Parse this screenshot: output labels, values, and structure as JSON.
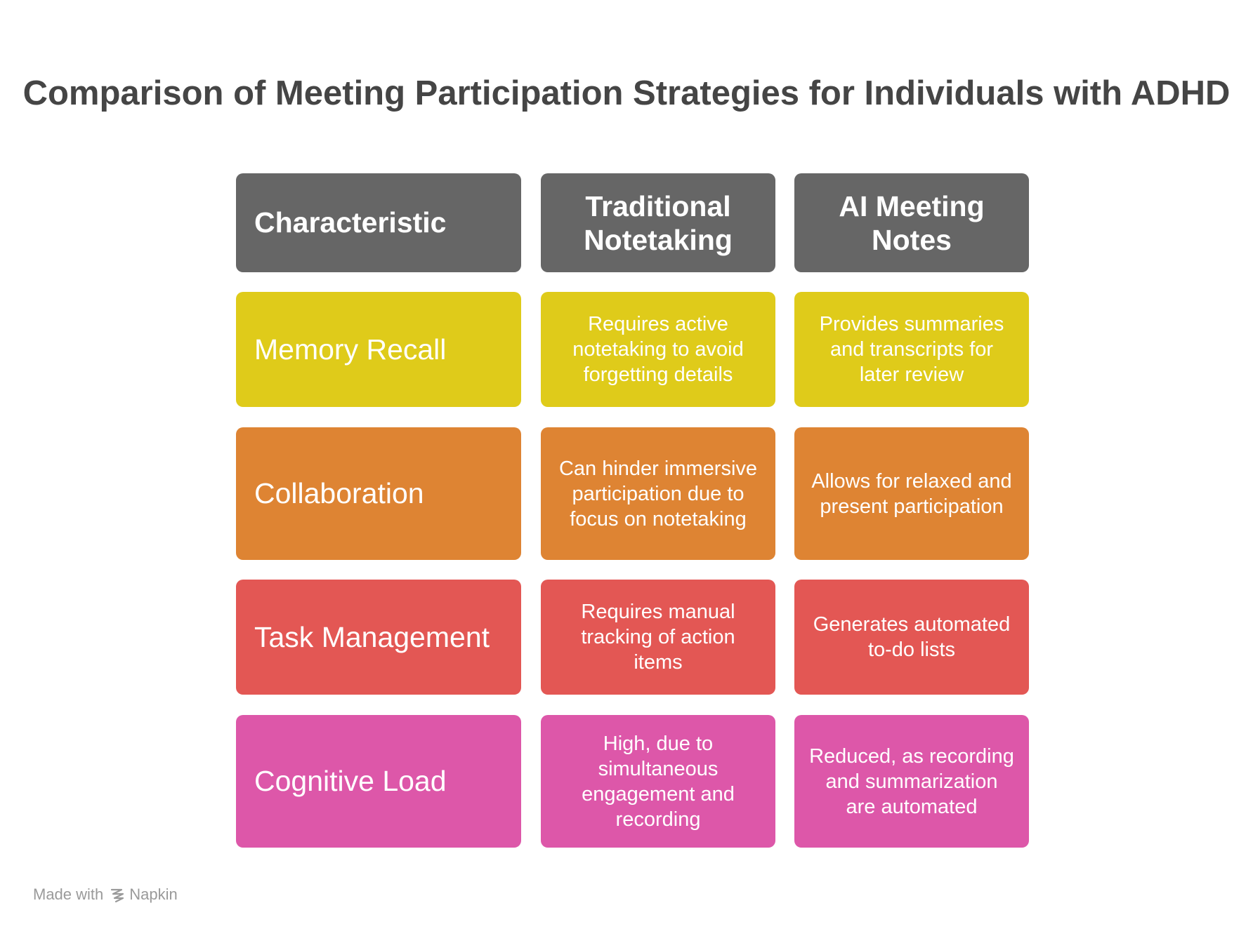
{
  "title": "Comparison of Meeting Participation Strategies for Individuals with ADHD",
  "colors": {
    "header": "#666666",
    "memory_recall": "#DFCB1A",
    "collaboration": "#DE8433",
    "task_management": "#E35754",
    "cognitive_load": "#DD57A9",
    "title_text": "#454545",
    "footer_text": "#9a9a9a"
  },
  "table": {
    "headers": [
      "Characteristic",
      "Traditional Notetaking",
      "AI Meeting Notes"
    ],
    "rows": [
      {
        "label": "Memory Recall",
        "traditional": "Requires active notetaking to avoid forgetting details",
        "ai": "Provides summaries and transcripts for later review"
      },
      {
        "label": "Collaboration",
        "traditional": "Can hinder immersive participation due to focus on notetaking",
        "ai": "Allows for relaxed and present participation"
      },
      {
        "label": "Task Management",
        "traditional": "Requires manual tracking of action items",
        "ai": "Generates automated to-do lists"
      },
      {
        "label": "Cognitive Load",
        "traditional": "High, due to simultaneous engagement and recording",
        "ai": "Reduced, as recording and summarization are automated"
      }
    ]
  },
  "footer": {
    "made_with": "Made with",
    "brand": "Napkin",
    "icon": "napkin-logo-icon"
  }
}
